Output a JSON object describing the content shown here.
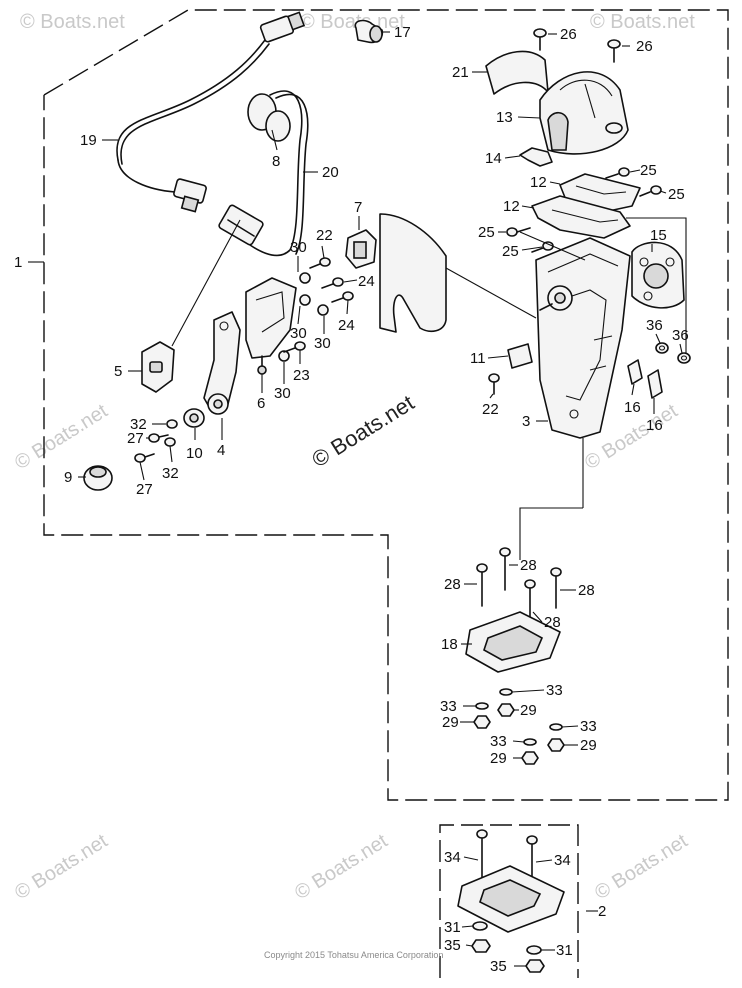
{
  "callouts": {
    "c1": "1",
    "c2": "2",
    "c3": "3",
    "c4": "4",
    "c5": "5",
    "c6": "6",
    "c7": "7",
    "c8": "8",
    "c9": "9",
    "c10": "10",
    "c11": "11",
    "c12a": "12",
    "c12b": "12",
    "c13": "13",
    "c14": "14",
    "c15": "15",
    "c16a": "16",
    "c16b": "16",
    "c17": "17",
    "c18": "18",
    "c19": "19",
    "c20": "20",
    "c21": "21",
    "c22a": "22",
    "c22b": "22",
    "c23": "23",
    "c24a": "24",
    "c24b": "24",
    "c25a": "25",
    "c25b": "25",
    "c25c": "25",
    "c25d": "25",
    "c26a": "26",
    "c26b": "26",
    "c27a": "27",
    "c27b": "27",
    "c28a": "28",
    "c28b": "28",
    "c28c": "28",
    "c28d": "28",
    "c29a": "29",
    "c29b": "29",
    "c29c": "29",
    "c29d": "29",
    "c30a": "30",
    "c30b": "30",
    "c30c": "30",
    "c30d": "30",
    "c31a": "31",
    "c31b": "31",
    "c32a": "32",
    "c32b": "32",
    "c33a": "33",
    "c33b": "33",
    "c33c": "33",
    "c33d": "33",
    "c34a": "34",
    "c34b": "34",
    "c35a": "35",
    "c35b": "35",
    "c36a": "36",
    "c36b": "36"
  },
  "watermarks": {
    "main": "© Boats.net",
    "faint": "© Boats.net"
  },
  "copyright": "Copyright 2015 Tohatsu America Corporation"
}
